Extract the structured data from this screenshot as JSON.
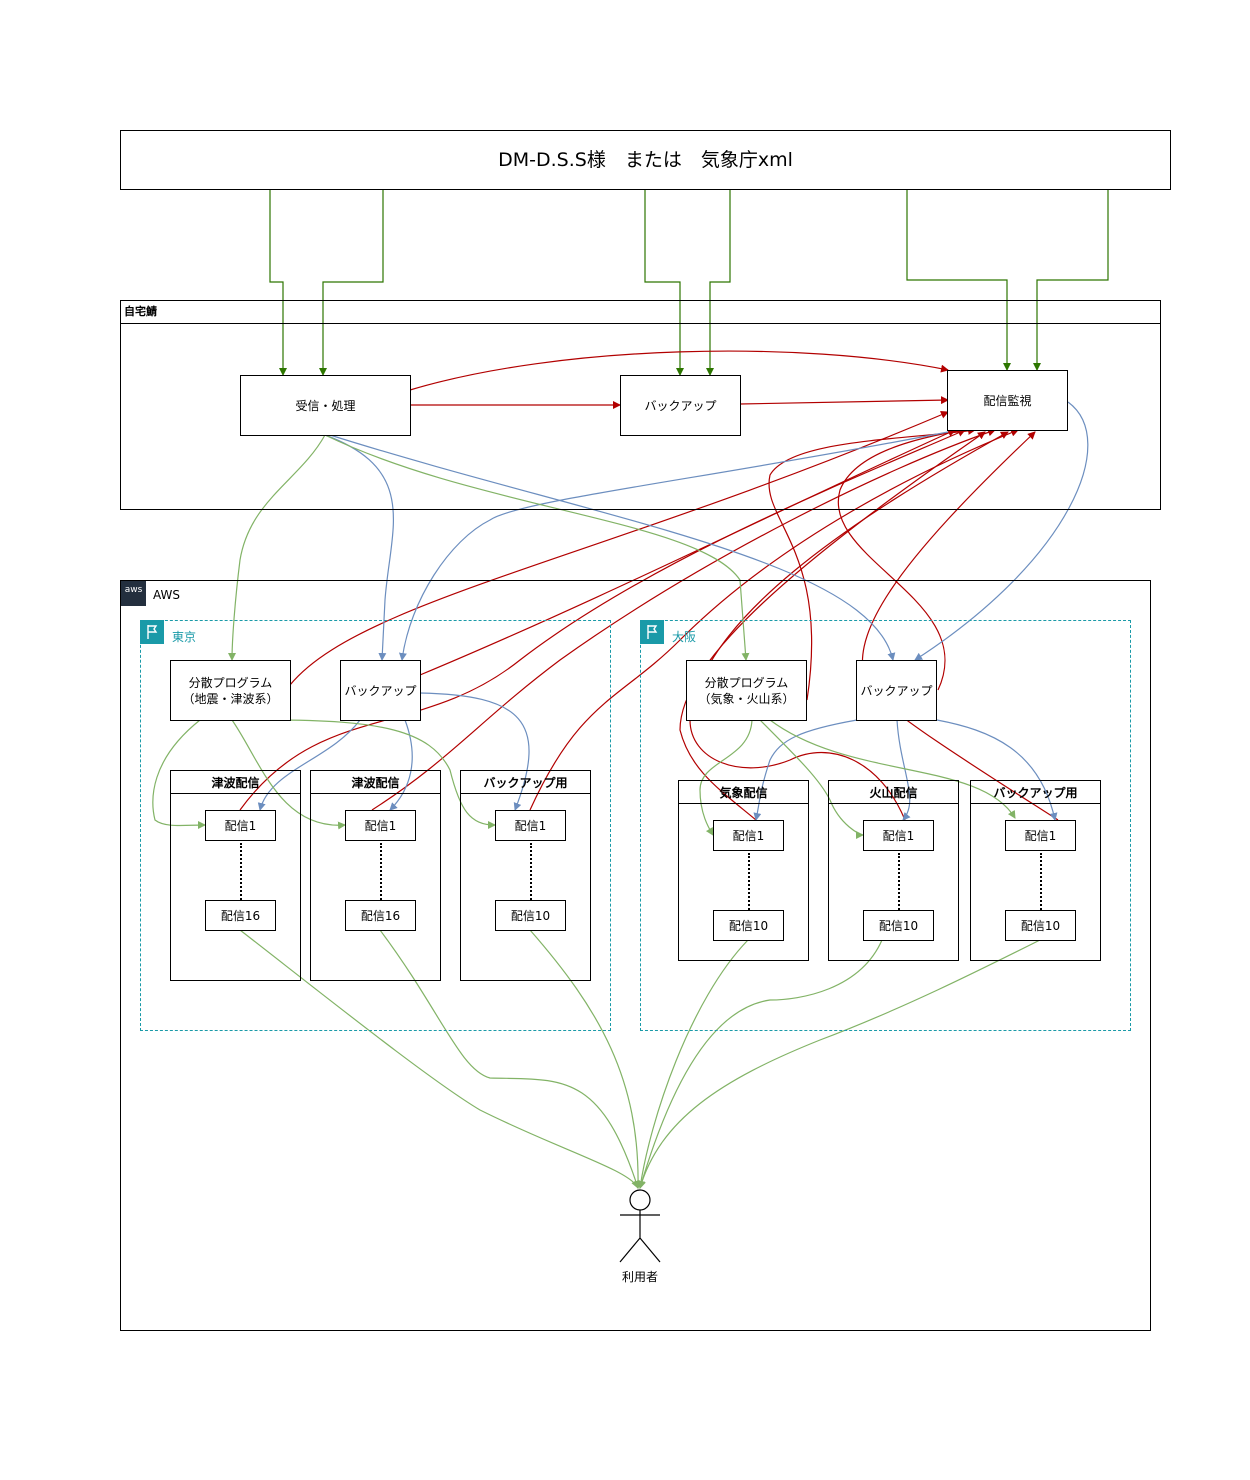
{
  "source": {
    "title": "DM-D.S.S様　または　気象庁xml"
  },
  "home": {
    "title": "自宅鯖",
    "receive": "受信・処理",
    "backup": "バックアップ",
    "monitor": "配信監視"
  },
  "aws": {
    "label": "AWS",
    "logo_text": "aws",
    "tokyo": {
      "label": "東京",
      "distributor": "分散プログラム\n（地震・津波系）",
      "backup": "バックアップ",
      "groups": [
        {
          "title": "津波配信",
          "first": "配信1",
          "last": "配信16"
        },
        {
          "title": "津波配信",
          "first": "配信1",
          "last": "配信16"
        },
        {
          "title": "バックアップ用",
          "first": "配信1",
          "last": "配信10"
        }
      ]
    },
    "osaka": {
      "label": "大阪",
      "distributor": "分散プログラム\n（気象・火山系）",
      "backup": "バックアップ",
      "groups": [
        {
          "title": "気象配信",
          "first": "配信1",
          "last": "配信10"
        },
        {
          "title": "火山配信",
          "first": "配信1",
          "last": "配信10"
        },
        {
          "title": "バックアップ用",
          "first": "配信1",
          "last": "配信10"
        }
      ]
    }
  },
  "user": {
    "label": "利用者"
  },
  "colors": {
    "dark_green": "#2d7600",
    "green": "#82b366",
    "blue": "#6c8ebf",
    "red": "#b20000",
    "region": "#1a9aa8",
    "aws_logo_bg": "#232f3e"
  }
}
